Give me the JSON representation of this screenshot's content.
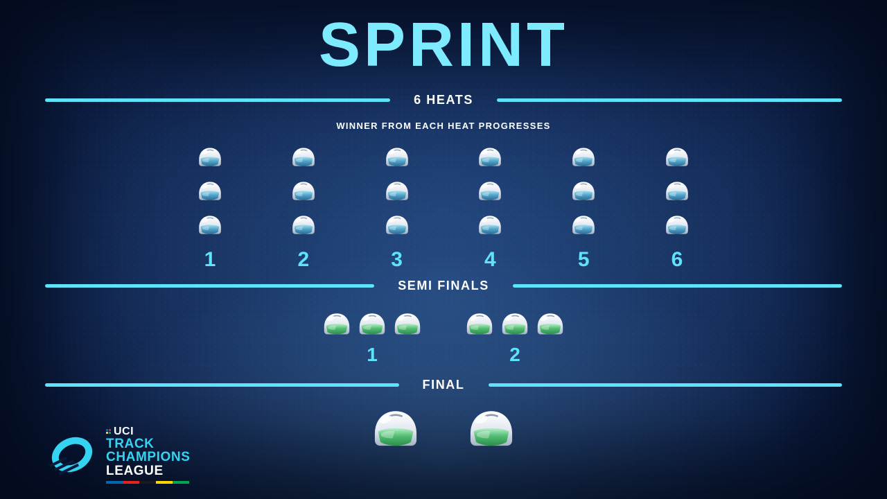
{
  "title": "SPRINT",
  "heats": {
    "label": "6 HEATS",
    "subtitle": "WINNER FROM EACH HEAT PROGRESSES",
    "riders_per_heat": 3,
    "groups": [
      {
        "number": "1"
      },
      {
        "number": "2"
      },
      {
        "number": "3"
      },
      {
        "number": "4"
      },
      {
        "number": "5"
      },
      {
        "number": "6"
      }
    ]
  },
  "semifinals": {
    "label": "SEMI FINALS",
    "riders_per_group": 3,
    "groups": [
      {
        "number": "1"
      },
      {
        "number": "2"
      }
    ]
  },
  "final": {
    "label": "FINAL",
    "riders": 2
  },
  "logo": {
    "uci": "UCI",
    "track": "TRACK",
    "champions": "CHAMPIONS",
    "league": "LEAGUE",
    "strip_colors": [
      "#0066b3",
      "#e4231f",
      "#1a1a1a",
      "#ffd500",
      "#00a651"
    ],
    "mark_colors": [
      "#0066b3",
      "#e4231f",
      "#ffd500",
      "#00a651"
    ]
  },
  "colors": {
    "accent_cyan": "#5fe3fb",
    "title_cyan": "#7deafe",
    "heat_visor": "#4f9fc8",
    "progression_visor": "#3fb764"
  }
}
